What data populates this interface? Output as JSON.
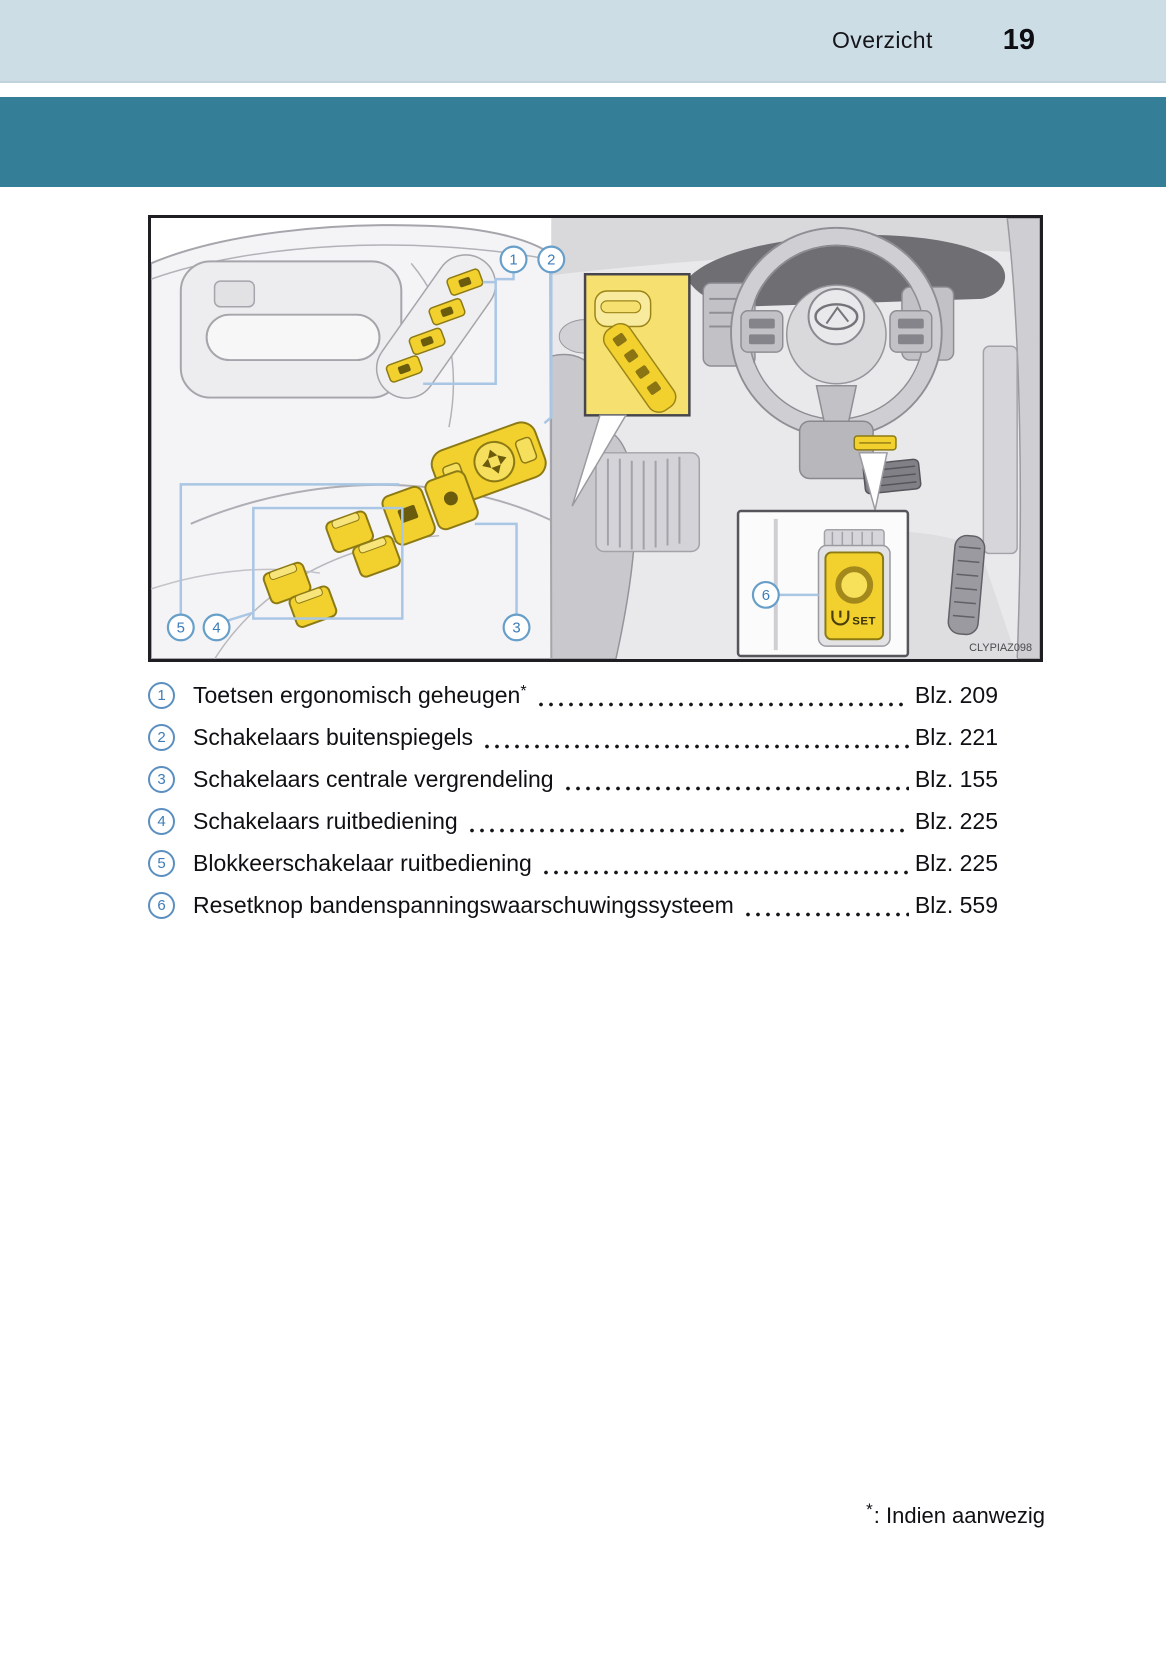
{
  "page": {
    "header": {
      "section_title": "Overzicht",
      "page_number": "19"
    },
    "footnote": {
      "symbol": "*",
      "text": ": Indien aanwezig"
    }
  },
  "figure": {
    "image_code": "CLYPIAZ098",
    "set_button_label": "SET",
    "callouts": {
      "c1": "1",
      "c2": "2",
      "c3": "3",
      "c4": "4",
      "c5": "5",
      "c6": "6"
    }
  },
  "legend": {
    "items": [
      {
        "num": "1",
        "label": "Toetsen ergonomisch geheugen",
        "sup": "*",
        "ref": "Blz. 209"
      },
      {
        "num": "2",
        "label": "Schakelaars buitenspiegels",
        "sup": "",
        "ref": "Blz. 221"
      },
      {
        "num": "3",
        "label": "Schakelaars centrale vergrendeling",
        "sup": "",
        "ref": "Blz. 155"
      },
      {
        "num": "4",
        "label": "Schakelaars ruitbediening",
        "sup": "",
        "ref": "Blz. 225"
      },
      {
        "num": "5",
        "label": "Blokkeerschakelaar ruitbediening",
        "sup": "",
        "ref": "Blz. 225"
      },
      {
        "num": "6",
        "label": "Resetknop bandenspanningswaarschuwingssysteem",
        "sup": "",
        "ref": "Blz. 559"
      }
    ]
  },
  "colors": {
    "band_teal": "#347e97",
    "band_light": "#cddde6",
    "highlight_yellow": "#f2d02e",
    "callout_blue": "#5b8fc0"
  }
}
